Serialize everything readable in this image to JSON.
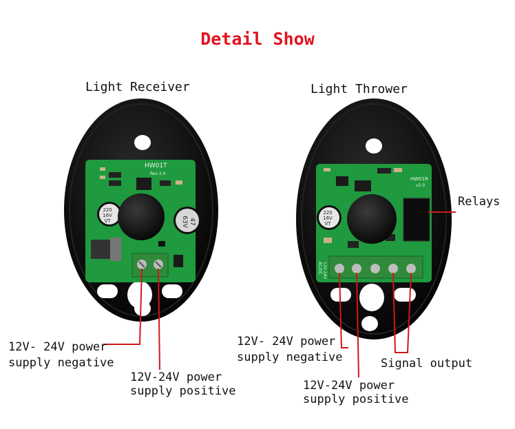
{
  "title": "Detail Show",
  "receiver": {
    "heading": "Light Receiver",
    "board_label": "HW01T",
    "board_rev": "Rev 2.0",
    "cap_large": [
      "47",
      "63V"
    ],
    "cap_small": [
      "220",
      "16V",
      "VT"
    ],
    "label_negative": [
      "12V- 24V power",
      "supply negative"
    ],
    "label_positive": [
      "12V-24V power",
      "supply positive"
    ]
  },
  "thrower": {
    "heading": "Light Thrower",
    "board_label": "HW01R",
    "board_rev": "v2.0",
    "cap_small": [
      "220",
      "16V",
      "VT"
    ],
    "terminal_text": [
      "12V-24V",
      "AC/DC"
    ],
    "label_relays": "Relays",
    "label_negative": [
      "12V- 24V power",
      "supply negative"
    ],
    "label_positive": [
      "12V-24V power",
      "supply positive"
    ],
    "label_signal": "Signal output"
  },
  "colors": {
    "title": "#e0141e",
    "housing": "#0b0b0b",
    "pcb": "#1f9a3e",
    "lead_line": "#d01818"
  }
}
